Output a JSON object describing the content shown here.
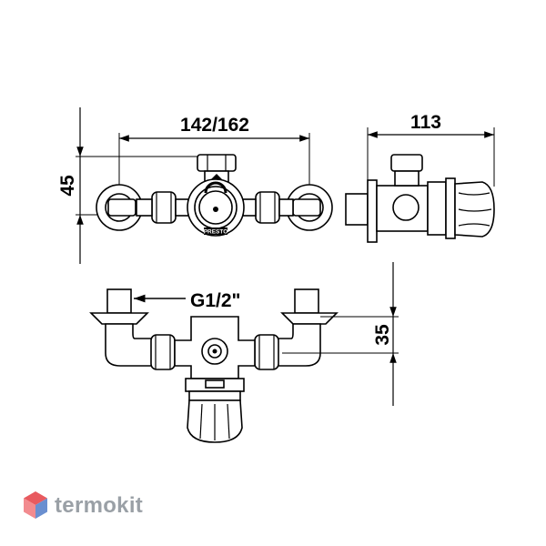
{
  "dimensions": {
    "width_top": "142/162",
    "side_depth": "113",
    "height_left": "45",
    "thread": "G1/2\"",
    "offset_right": "35"
  },
  "valve_face_text": "PRESTO",
  "brand": {
    "name": "termokit",
    "logo_colors": [
      "#e85a5f",
      "#6a8fd0"
    ],
    "text_color": "#9aa0a6"
  }
}
